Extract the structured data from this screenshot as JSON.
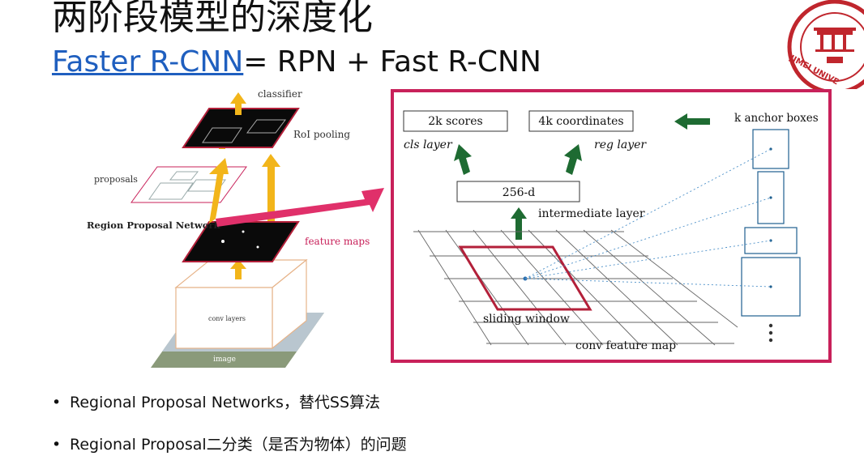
{
  "slide": {
    "title": "两阶段模型的深度化",
    "subtitle_link": "Faster R-CNN",
    "subtitle_rest": "= RPN + Fast R-CNN"
  },
  "left_diagram": {
    "classifier": "classifier",
    "roi_pooling": "RoI pooling",
    "proposals": "proposals",
    "rpn": "Region Proposal Network",
    "feature_maps": "feature maps",
    "conv_layers": "conv layers",
    "image": "image"
  },
  "rpn_detail": {
    "scores": "2k scores",
    "coordinates": "4k coordinates",
    "cls_layer": "cls layer",
    "reg_layer": "reg layer",
    "intermediate_box": "256-d",
    "intermediate_layer": "intermediate layer",
    "anchor_boxes": "k anchor boxes",
    "sliding_window": "sliding window",
    "conv_feature_map": "conv feature map"
  },
  "bullets": [
    "Regional Proposal Networks，替代SS算法",
    "Regional Proposal二分类（是否为物体）的问题"
  ],
  "colors": {
    "link": "#1f5fbf",
    "frame": "#c8215a",
    "arrow_green": "#1e6b32",
    "arrow_yellow": "#f2b51a",
    "arrow_pink": "#e0306a",
    "window_red": "#b3203a",
    "logo_red": "#c0262d"
  },
  "logo": {
    "text": "JIMEI UNIVE"
  }
}
